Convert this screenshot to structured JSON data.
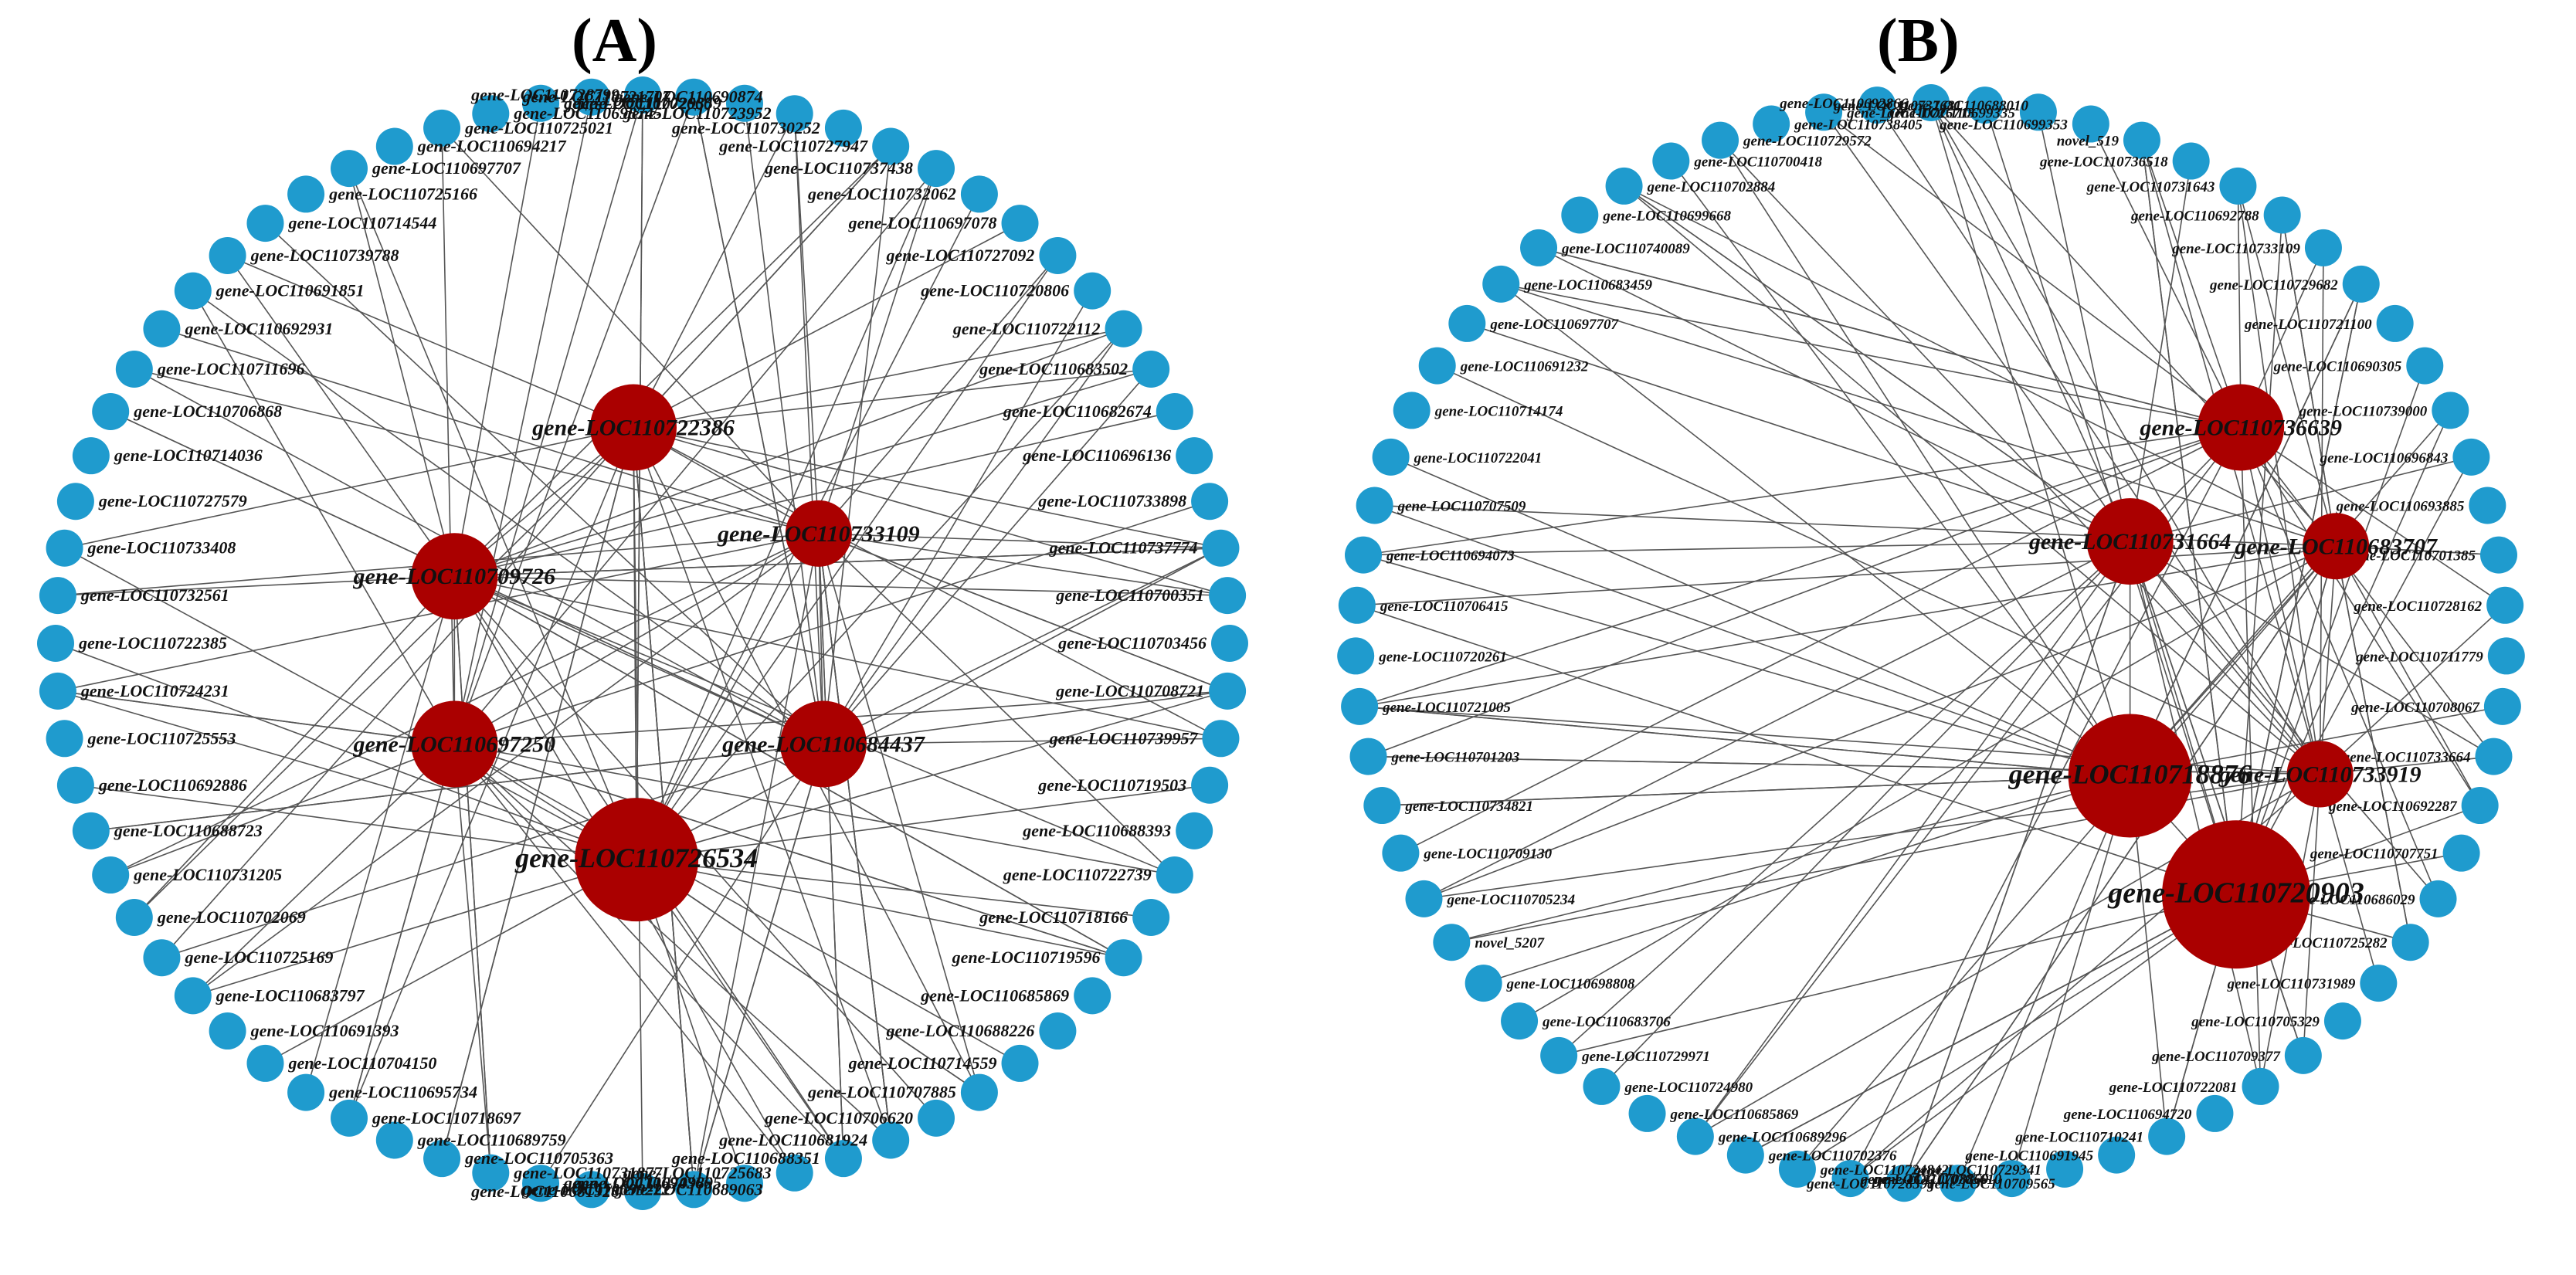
{
  "panels": [
    {
      "label": "(A)",
      "hub_color": "#aa0000",
      "leaf_color": "#1f9bce",
      "edge_color": "#555555",
      "hubs": [
        {
          "id": "gene-LOC110722386",
          "size": "medium"
        },
        {
          "id": "gene-LOC110709726",
          "size": "medium"
        },
        {
          "id": "gene-LOC110733109",
          "size": "small"
        },
        {
          "id": "gene-LOC110697250",
          "size": "medium"
        },
        {
          "id": "gene-LOC110684437",
          "size": "medium"
        },
        {
          "id": "gene-LOC110726534",
          "size": "large"
        }
      ],
      "leaves": [
        "gene-LOC110728799",
        "gene-LOC110721707",
        "gene-LOC110729359",
        "gene-LOC110723952",
        "gene-LOC110730252",
        "gene-LOC110727947",
        "gene-LOC110737438",
        "gene-LOC110732062",
        "gene-LOC110697078",
        "gene-LOC110727092",
        "gene-LOC110720806",
        "gene-LOC110722112",
        "gene-LOC110683502",
        "gene-LOC110682674",
        "gene-LOC110696136",
        "gene-LOC110733898",
        "gene-LOC110737774",
        "gene-LOC110700351",
        "gene-LOC110703456",
        "gene-LOC110708721",
        "gene-LOC110739957",
        "gene-LOC110719503",
        "gene-LOC110688393",
        "gene-LOC110722739",
        "gene-LOC110718166",
        "gene-LOC110719596",
        "gene-LOC110685869",
        "gene-LOC110688226",
        "gene-LOC110714559",
        "gene-LOC110707885",
        "gene-LOC110706620",
        "gene-LOC110681924",
        "gene-LOC110688351",
        "gene-LOC110725683",
        "gene-LOC110709895",
        "gene-LOC110699222",
        "gene-LOC110681928",
        "gene-LOC110689063",
        "gene-LOC110694366",
        "gene-LOC110731877",
        "gene-LOC110705363",
        "gene-LOC110689759",
        "gene-LOC110718697",
        "gene-LOC110695734",
        "gene-LOC110704150",
        "gene-LOC110691393",
        "gene-LOC110683797",
        "gene-LOC110725169",
        "gene-LOC110702069",
        "gene-LOC110731205",
        "gene-LOC110688723",
        "gene-LOC110692886",
        "gene-LOC110725553",
        "gene-LOC110724231",
        "gene-LOC110722385",
        "gene-LOC110732561",
        "gene-LOC110733408",
        "gene-LOC110727579",
        "gene-LOC110714036",
        "gene-LOC110706868",
        "gene-LOC110711696",
        "gene-LOC110692931",
        "gene-LOC110691851",
        "gene-LOC110739788",
        "gene-LOC110714544",
        "gene-LOC110725166",
        "gene-LOC110697707",
        "gene-LOC110694217",
        "gene-LOC110725021",
        "gene-LOC110698745",
        "gene-LOC110702660",
        "gene-LOC110690874"
      ]
    },
    {
      "label": "(B)",
      "hub_color": "#aa0000",
      "leaf_color": "#1f9bce",
      "edge_color": "#555555",
      "hubs": [
        {
          "id": "gene-LOC110736639",
          "size": "medium"
        },
        {
          "id": "gene-LOC110731664",
          "size": "medium"
        },
        {
          "id": "gene-LOC110683707",
          "size": "small"
        },
        {
          "id": "gene-LOC110718876",
          "size": "large"
        },
        {
          "id": "gene-LOC110733919",
          "size": "small"
        },
        {
          "id": "gene-LOC110720903",
          "size": "xlarge"
        }
      ],
      "leaves": [
        "gene-LOC110692866",
        "gene-LOC110737681",
        "gene-LOC110699335",
        "gene-LOC110699353",
        "novel_519",
        "gene-LOC110736518",
        "gene-LOC110731643",
        "gene-LOC110692788",
        "gene-LOC110733109",
        "gene-LOC110729682",
        "gene-LOC110721100",
        "gene-LOC110690305",
        "gene-LOC110739000",
        "gene-LOC110696843",
        "gene-LOC110693885",
        "gene-LOC110701385",
        "gene-LOC110728162",
        "gene-LOC110711779",
        "gene-LOC110708067",
        "gene-LOC110733664",
        "gene-LOC110692287",
        "gene-LOC110707751",
        "gene-LOC110686029",
        "gene-LOC110725282",
        "gene-LOC110731989",
        "gene-LOC110705329",
        "gene-LOC110709377",
        "gene-LOC110722081",
        "gene-LOC110694720",
        "gene-LOC110710241",
        "gene-LOC110691945",
        "gene-LOC110729341",
        "gene-LOC110708860",
        "gene-LOC110728391",
        "gene-LOC110709565",
        "gene-LOC110705610",
        "gene-LOC110724842",
        "gene-LOC110702376",
        "gene-LOC110689296",
        "gene-LOC110685869",
        "gene-LOC110724980",
        "gene-LOC110729971",
        "gene-LOC110683706",
        "gene-LOC110698808",
        "novel_5207",
        "gene-LOC110705234",
        "gene-LOC110709130",
        "gene-LOC110734821",
        "gene-LOC110701203",
        "gene-LOC110721005",
        "gene-LOC110720261",
        "gene-LOC110706415",
        "gene-LOC110694073",
        "gene-LOC110707509",
        "gene-LOC110722041",
        "gene-LOC110714174",
        "gene-LOC110691232",
        "gene-LOC110697707",
        "gene-LOC110683459",
        "gene-LOC110740089",
        "gene-LOC110699668",
        "gene-LOC110702884",
        "gene-LOC110700418",
        "gene-LOC110729572",
        "gene-LOC110738405",
        "gene-LOC110726713",
        "gene-LOC110688010"
      ]
    }
  ]
}
